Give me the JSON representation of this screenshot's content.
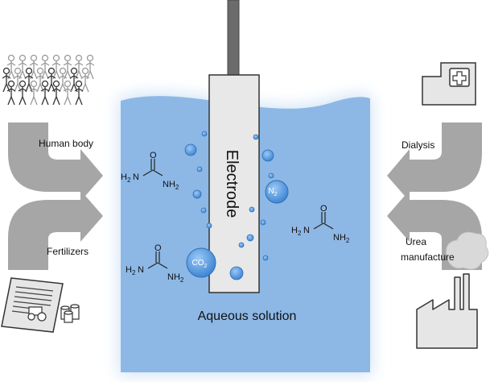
{
  "labels": {
    "human_body": "Human body",
    "fertilizers": "Fertilizers",
    "dialysis": "Dialysis",
    "urea_line1": "Urea",
    "urea_line2": "manufacture",
    "electrode": "Electrode",
    "aqueous_solution": "Aqueous solution"
  },
  "molecules": {
    "urea": {
      "h2n": "H",
      "h2n_sub": "2",
      "n": "N",
      "o": "O",
      "nh2": "NH",
      "nh2_sub": "2"
    },
    "n2": {
      "n": "N",
      "sub": "2"
    },
    "co2": {
      "co": "CO",
      "sub": "2"
    }
  },
  "colors": {
    "water": "#8db8e6",
    "water_glow": "#cfe2f6",
    "arrow": "#a6a6a6",
    "electrode_body": "#e8e8e8",
    "electrode_rod": "#6b6b6b",
    "bubble": "#4a8fd8"
  }
}
